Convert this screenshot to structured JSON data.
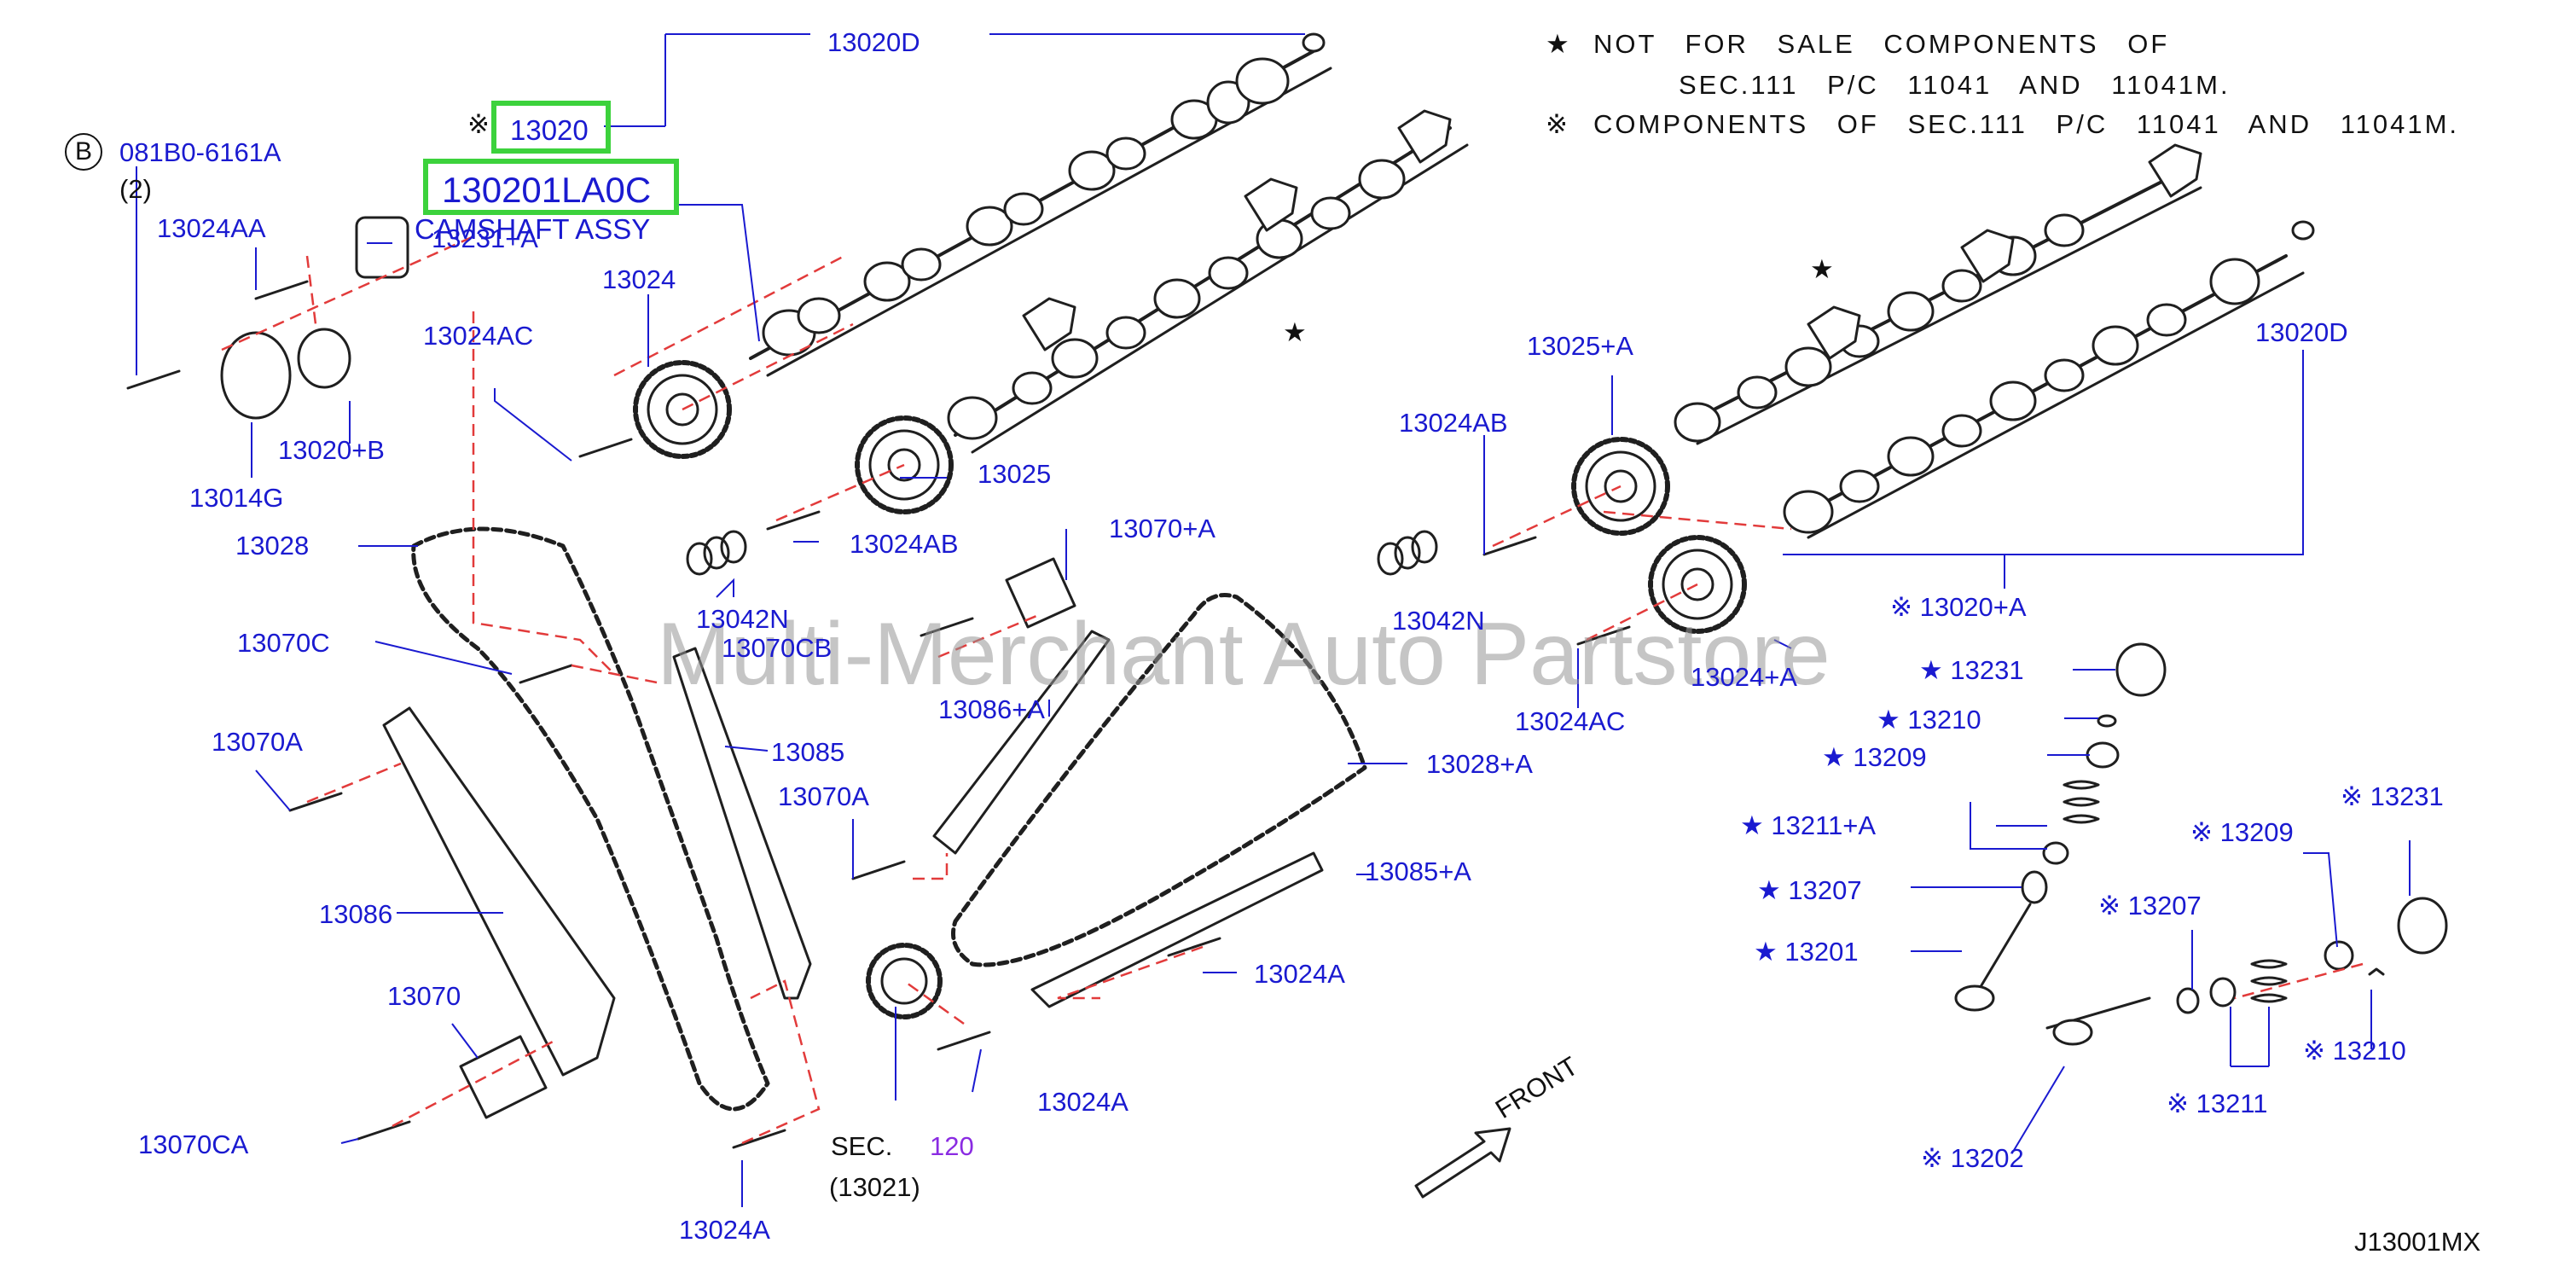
{
  "notes": {
    "line1_symbol": "★",
    "line1": "NOT FOR SALE COMPONENTS OF",
    "line1b": "SEC.111 P/C 11041 AND 11041M.",
    "line2_symbol": "※",
    "line2": "COMPONENTS OF SEC.111 P/C 11041 AND 11041M."
  },
  "header_callout": {
    "part_number": "13020",
    "prefix": "※",
    "assembly_number": "130201LA0C",
    "assembly_name": "CAMSHAFT ASSY"
  },
  "bolt_spec": {
    "circle": "B",
    "number": "081B0-6161A",
    "qty": "(2)"
  },
  "labels": [
    {
      "id": "13020D-top",
      "text": "13020D"
    },
    {
      "id": "13024AA",
      "text": "13024AA"
    },
    {
      "id": "13231A-top",
      "text": "13231+A"
    },
    {
      "id": "13024",
      "text": "13024"
    },
    {
      "id": "13024AC-left",
      "text": "13024AC"
    },
    {
      "id": "13020B",
      "text": "13020+B"
    },
    {
      "id": "13014G",
      "text": "13014G"
    },
    {
      "id": "13028",
      "text": "13028"
    },
    {
      "id": "13025",
      "text": "13025"
    },
    {
      "id": "13024AB-left",
      "text": "13024AB"
    },
    {
      "id": "13042N-left",
      "text": "13042N"
    },
    {
      "id": "13070CB",
      "text": "13070CB"
    },
    {
      "id": "13070C",
      "text": "13070C"
    },
    {
      "id": "13070A-left",
      "text": "13070A"
    },
    {
      "id": "13085",
      "text": "13085"
    },
    {
      "id": "13070A-mid",
      "text": "13070A"
    },
    {
      "id": "13086",
      "text": "13086"
    },
    {
      "id": "13070",
      "text": "13070"
    },
    {
      "id": "13070CA",
      "text": "13070CA"
    },
    {
      "id": "13024A-bottom",
      "text": "13024A"
    },
    {
      "id": "sec",
      "text": "SEC."
    },
    {
      "id": "sec-num",
      "text": "120"
    },
    {
      "id": "sec-ref",
      "text": "(13021)"
    },
    {
      "id": "13024A-mid",
      "text": "13024A"
    },
    {
      "id": "13024A-right",
      "text": "13024A"
    },
    {
      "id": "13070A-plus",
      "text": "13070+A"
    },
    {
      "id": "13086A",
      "text": "13086+A"
    },
    {
      "id": "13028A",
      "text": "13028+A"
    },
    {
      "id": "13085A",
      "text": "13085+A"
    },
    {
      "id": "13024AB-right",
      "text": "13024AB"
    },
    {
      "id": "13025A",
      "text": "13025+A"
    },
    {
      "id": "13042N-right",
      "text": "13042N"
    },
    {
      "id": "13024AC-right",
      "text": "13024AC"
    },
    {
      "id": "13024A-plus",
      "text": "13024+A"
    },
    {
      "id": "13020D-right",
      "text": "13020D"
    },
    {
      "id": "13020A",
      "text": "※ 13020+A"
    },
    {
      "id": "13231-star",
      "text": "★ 13231"
    },
    {
      "id": "13210-star",
      "text": "★ 13210"
    },
    {
      "id": "13209-star",
      "text": "★ 13209"
    },
    {
      "id": "13211A-star",
      "text": "★ 13211+A"
    },
    {
      "id": "13207-star",
      "text": "★ 13207"
    },
    {
      "id": "13201-star",
      "text": "★ 13201"
    },
    {
      "id": "13231-ref",
      "text": "※ 13231"
    },
    {
      "id": "13209-ref",
      "text": "※ 13209"
    },
    {
      "id": "13207-ref",
      "text": "※ 13207"
    },
    {
      "id": "13210-ref",
      "text": "※ 13210"
    },
    {
      "id": "13211-ref",
      "text": "※ 13211"
    },
    {
      "id": "13202-ref",
      "text": "※ 13202"
    }
  ],
  "front_label": "FRONT",
  "watermark": "Multi-Merchant Auto Partstore",
  "drawing_id": "J13001MX"
}
